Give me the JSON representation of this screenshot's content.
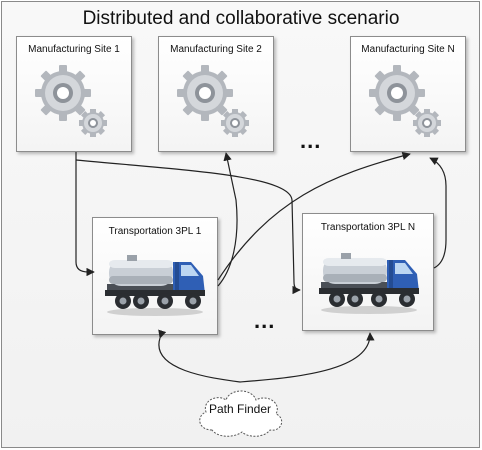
{
  "title": "Distributed and collaborative scenario",
  "sites": [
    {
      "label": "Manufacturing Site 1",
      "icon": "gears-icon"
    },
    {
      "label": "Manufacturing Site 2",
      "icon": "gears-icon"
    },
    {
      "label": "Manufacturing Site N",
      "icon": "gears-icon"
    }
  ],
  "ellipsis_sites": "...",
  "transports": [
    {
      "label": "Transportation 3PL 1",
      "icon": "tanker-truck-icon"
    },
    {
      "label": "Transportation 3PL N",
      "icon": "tanker-truck-icon"
    }
  ],
  "ellipsis_transports": "...",
  "path_finder": {
    "label": "Path Finder",
    "icon": "cloud-icon"
  },
  "colors": {
    "truck_cab": "#2f5fb5",
    "tank": "#c9cfd6",
    "gear": "#b9bcc2",
    "arrow": "#222222"
  }
}
